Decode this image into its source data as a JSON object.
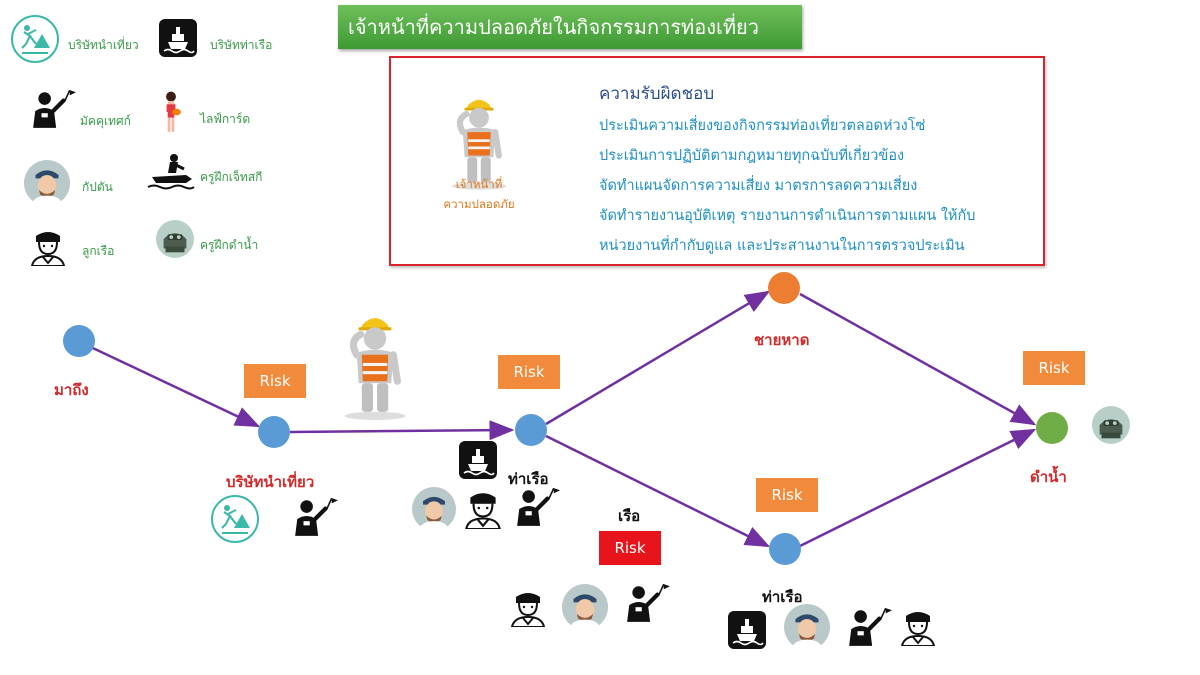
{
  "title": "เจ้าหน้าที่ความปลอดภัยในกิจกรรมการท่องเที่ยว",
  "legend": {
    "tour_company": "บริษัทนำเที่ยว",
    "port_company": "บริษัทท่าเรือ",
    "guide": "มัคคุเทศก์",
    "lifeguard": "ไลฟ์การ์ด",
    "captain": "กัปตัน",
    "jetski_trainer": "ครูฝึกเจ็ทสกี",
    "crew": "ลูกเรือ",
    "dive_trainer": "ครูฝึกดำน้ำ"
  },
  "responsibilities": {
    "officer_label_1": "เจ้าหน้าที่",
    "officer_label_2": "ความปลอดภัย",
    "heading": "ความรับผิดชอบ",
    "lines": [
      "ประเมินความเสี่ยงของกิจกรรมท่องเที่ยวตลอดห่วงโซ่",
      "ประเมินการปฏิบัติตามกฎหมายทุกฉบับที่เกี่ยวข้อง",
      "จัดทำแผนจัดการความเสี่ยง มาตรการลดความเสี่ยง",
      "จัดทำรายงานอุบัติเหตุ รายงานการดำเนินการตามแผน ให้กับ",
      "หน่วยงานที่กำกับดูแล และประสานงานในการตรวจประเมิน"
    ]
  },
  "flow": {
    "arrive": "มาถึง",
    "tour_company": "บริษัทนำเที่ยว",
    "pier_1": "ท่าเรือ",
    "boat": "เรือ",
    "beach": "ชายหาด",
    "pier_2": "ท่าเรือ",
    "dive": "ดำน้ำ",
    "risk": "Risk"
  },
  "colors": {
    "node_blue": "#5b9bd5",
    "node_orange": "#ed7d31",
    "node_green": "#70ad47",
    "arrow": "#7030a0",
    "risk_orange": "#f28a3b",
    "risk_red": "#e8141c",
    "banner_green": "#4caf3e",
    "box_border": "#d9242b"
  }
}
